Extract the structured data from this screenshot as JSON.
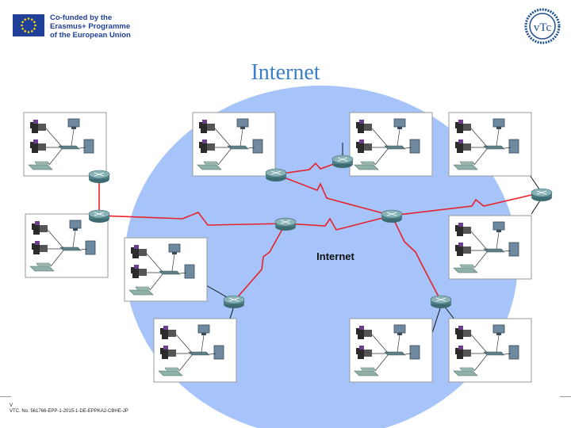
{
  "header": {
    "eu_text": "Co-funded by the\nErasmus+ Programme\nof the European Union",
    "logo_text": "vTc"
  },
  "slide": {
    "title": "Internet"
  },
  "diagram": {
    "cloud_label": "Internet",
    "cloud_color": "#a6c4fa",
    "link_color": "#e8202a"
  },
  "footer": {
    "mark": "V",
    "code": "VTC. No. 561766-EPP-1-2015-1-DE-EPPKA2-CBHE-JP"
  }
}
